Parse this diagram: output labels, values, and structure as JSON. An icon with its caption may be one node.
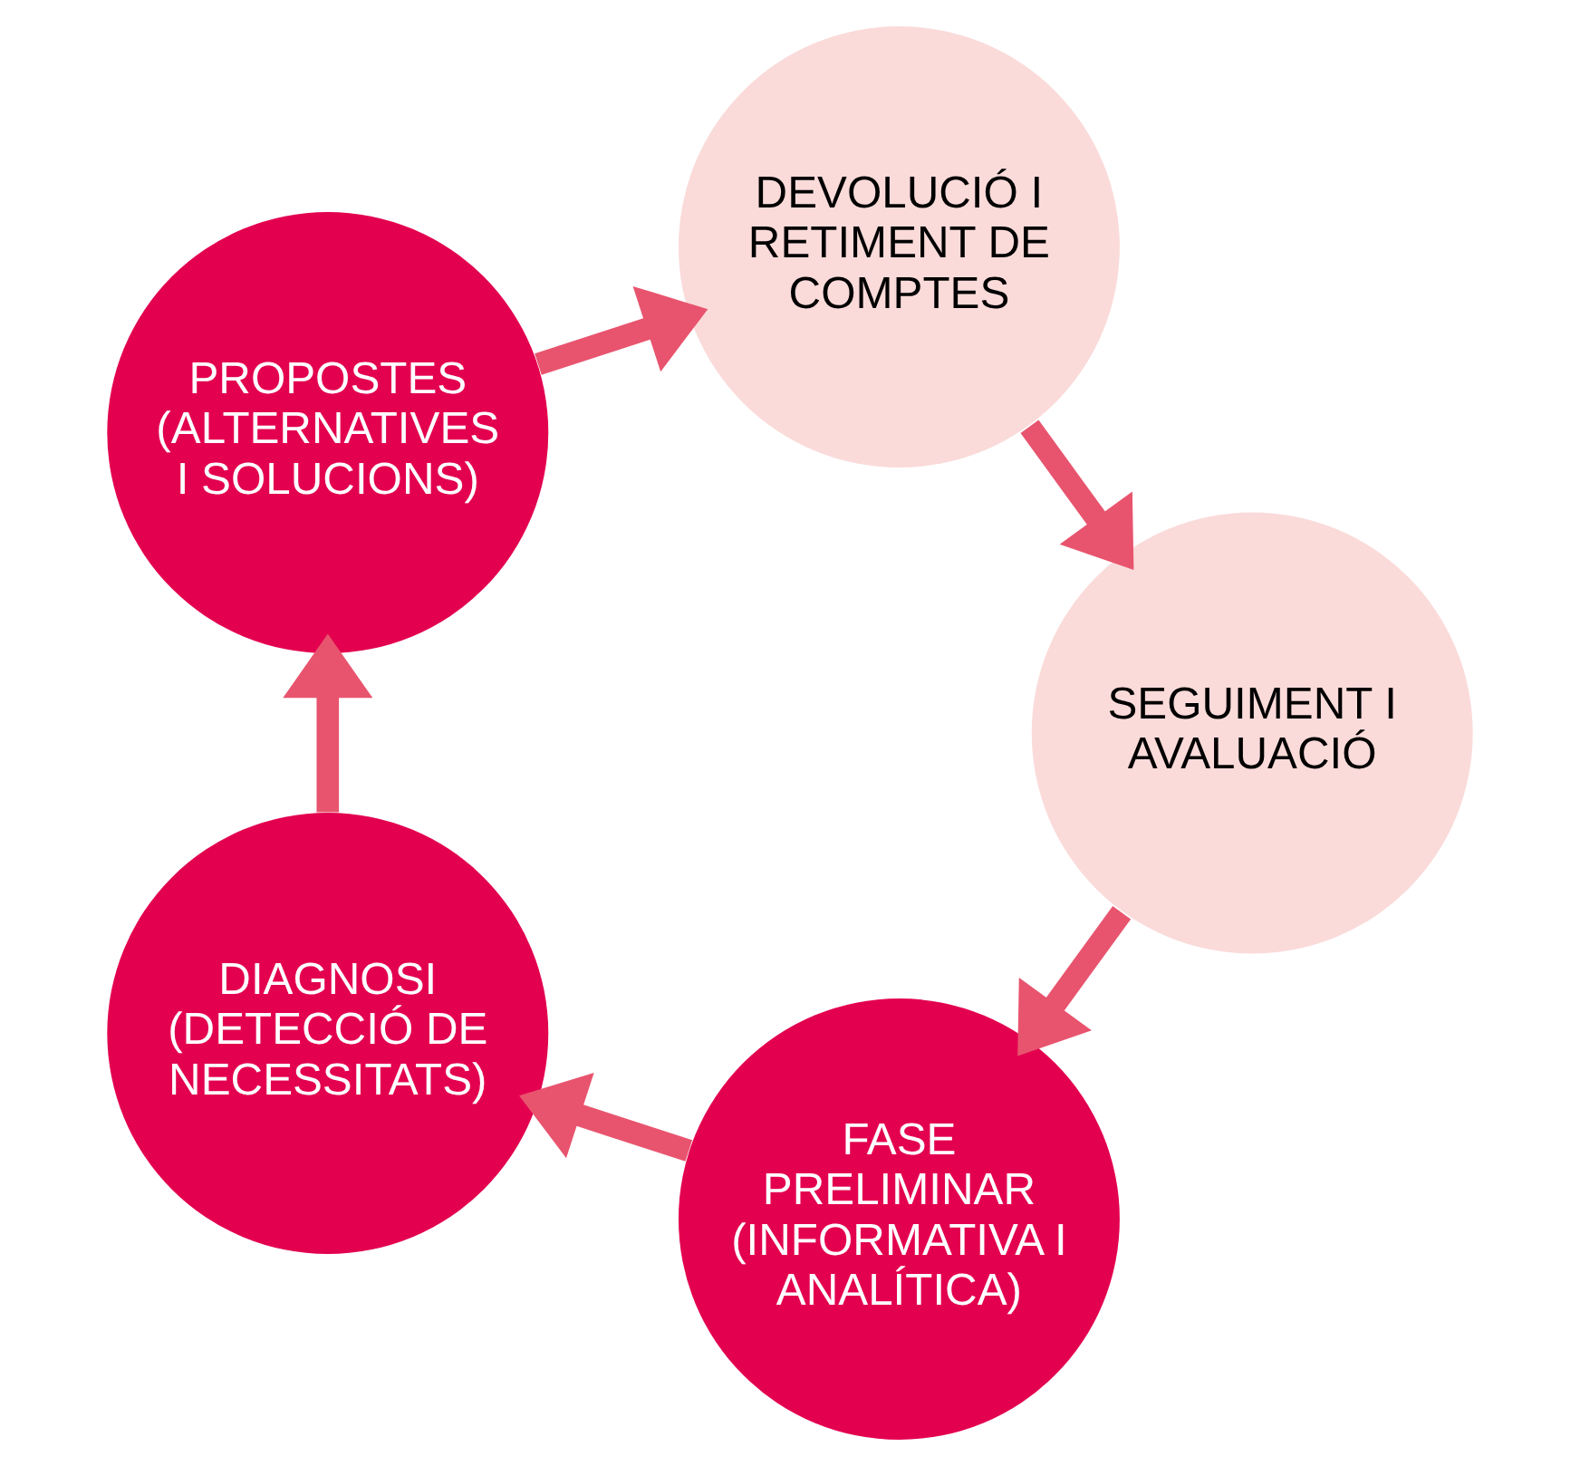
{
  "diagram": {
    "nodes": [
      {
        "text": [
          "FASE PRELIMINAR (INFORMATIVA I ANALÍTICA)"
        ]
      },
      {
        "text": [
          "DIAGNOSI (DETECCIÓ DE NECESSITATS)"
        ]
      },
      {
        "text": [
          "PROPOSTES (ALTERNATIVES I SOLUCIONS)"
        ]
      },
      {
        "text": [
          "DEVOLUCIÓ I RETIMENT DE COMPTES"
        ]
      },
      {
        "text": [
          "SEGUIMENT I AVALUACIÓ"
        ]
      }
    ],
    "edges": [
      {
        "from": 0,
        "to": 1,
        "arrow": "to"
      },
      {
        "from": 1,
        "to": 2,
        "arrow": "to"
      },
      {
        "from": 2,
        "to": 3,
        "arrow": "to"
      },
      {
        "from": 3,
        "to": 4,
        "arrow": "to"
      },
      {
        "from": 4,
        "to": 0,
        "arrow": "to"
      }
    ]
  }
}
